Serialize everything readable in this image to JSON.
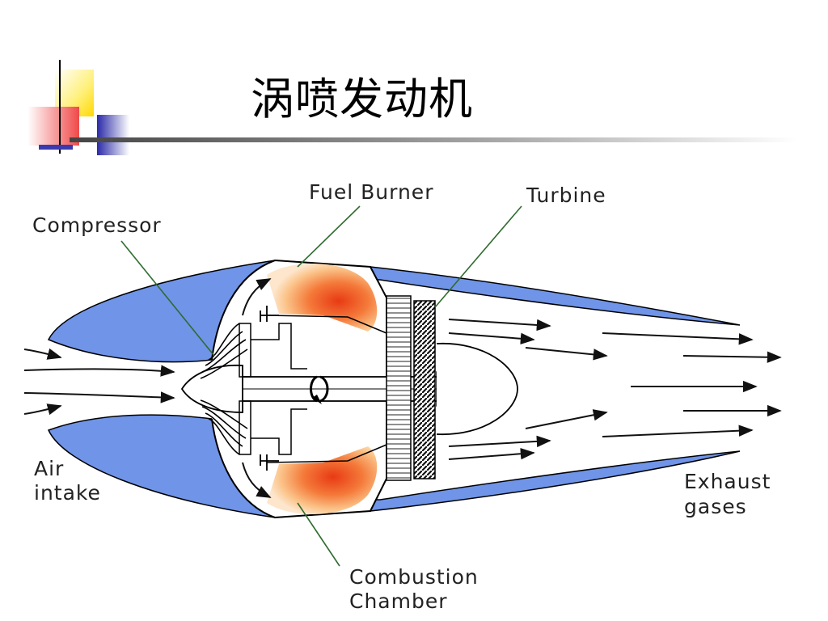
{
  "slide": {
    "title": "涡喷发动机"
  },
  "diagram": {
    "labels": {
      "fuel_burner": "Fuel Burner",
      "turbine": "Turbine",
      "compressor": "Compressor",
      "air_intake_line1": "Air",
      "air_intake_line2": "intake",
      "exhaust_line1": "Exhaust",
      "exhaust_line2": "gases",
      "combustion_line1": "Combustion",
      "combustion_line2": "Chamber"
    }
  },
  "colors": {
    "nacelle": "#6f94e8",
    "leader_line": "#2f6b2f",
    "flame_core": "#e8461f",
    "flame_outer": "#fdd7a8",
    "deco_yellow": "#ffe23d",
    "deco_red": "#f06060",
    "deco_blue": "#3a3ab0"
  }
}
